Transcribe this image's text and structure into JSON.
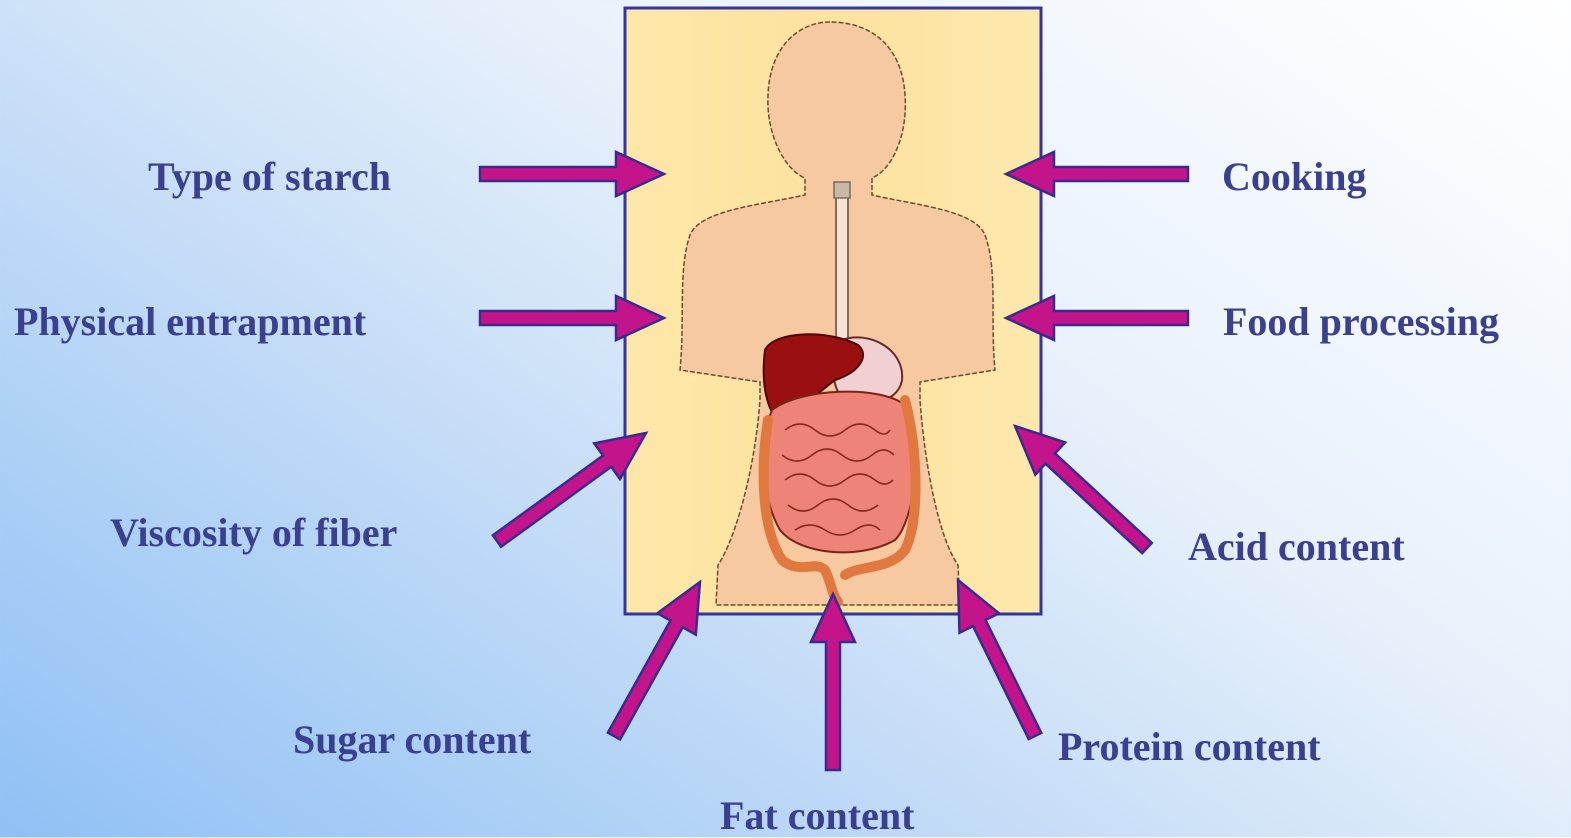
{
  "colors": {
    "label_text": "#3b3f8f",
    "arrow_fill": "#c4148c",
    "arrow_outline": "#3a2a8c",
    "panel_fill": "#fde6a2",
    "panel_border": "#3535a0",
    "body_fill": "#f6c9a0"
  },
  "factors": {
    "type_of_starch": "Type of starch",
    "physical_entrapment": "Physical entrapment",
    "viscosity_of_fiber": "Viscosity of fiber",
    "sugar_content": "Sugar content",
    "fat_content": "Fat content",
    "protein_content": "Protein content",
    "acid_content": "Acid content",
    "food_processing": "Food processing",
    "cooking": "Cooking"
  }
}
